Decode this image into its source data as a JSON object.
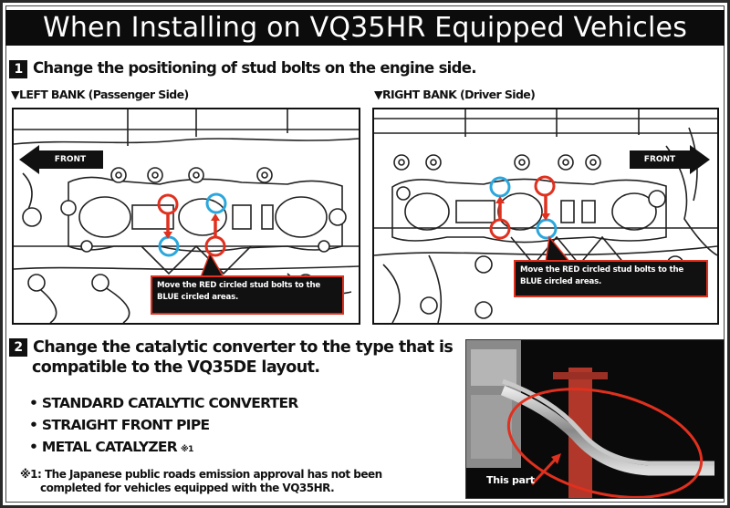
{
  "title": "When Installing on VQ35HR Equipped Vehicles",
  "step1": {
    "number": "1",
    "heading": "Change the positioning of stud bolts on the engine side.",
    "left_bank": {
      "label": "▼LEFT BANK (Passenger Side)",
      "front_label": "FRONT",
      "front_direction": "left",
      "callout": "Move the RED circled stud bolts to the BLUE circled areas."
    },
    "right_bank": {
      "label": "▼RIGHT BANK (Driver Side)",
      "front_label": "FRONT",
      "front_direction": "right",
      "callout": "Move the RED circled stud bolts to the BLUE circled areas."
    }
  },
  "step2": {
    "number": "2",
    "heading_line1": "Change the catalytic converter to the type that is",
    "heading_line2": "compatible to the VQ35DE layout.",
    "items": [
      {
        "text": "• STANDARD CATALYTIC CONVERTER",
        "note": ""
      },
      {
        "text": "• STRAIGHT FRONT PIPE",
        "note": ""
      },
      {
        "text": "• METAL CATALYZER",
        "note": "※1"
      }
    ],
    "footnote_line1": "※1: The Japanese public roads emission approval has not been",
    "footnote_line2": "completed for vehicles equipped with the VQ35HR.",
    "photo_label": "This part"
  },
  "colors": {
    "title_bg": "#0c0c0c",
    "red_marker": "#e0301e",
    "blue_marker": "#2aa7dc",
    "text": "#111111"
  }
}
